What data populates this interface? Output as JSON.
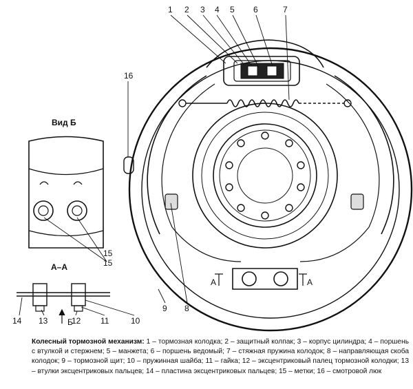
{
  "view_b_title": "Вид Б",
  "section_title": "А–А",
  "section_markers": {
    "left": "А",
    "right": "А",
    "arrow_b": "Б"
  },
  "callouts": {
    "c1": "1",
    "c2": "2",
    "c3": "3",
    "c4": "4",
    "c5": "5",
    "c6": "6",
    "c7": "7",
    "c8": "8",
    "c9": "9",
    "c10": "10",
    "c11": "11",
    "c12": "12",
    "c13": "13",
    "c14": "14",
    "c15a": "15",
    "c15b": "15",
    "c16": "16"
  },
  "caption": {
    "title": "Колесный тормозной механизм:",
    "text": " 1 – тормозная колодка; 2 – защитный колпак; 3 – корпус цилиндра; 4 – поршень с втулкой и стержнем; 5 – манжета; 6 – поршень ведомый; 7 – стяжная пружина колодок; 8 – направляющая скоба колодок; 9 – тормозной щит; 10 – пружинная шайба; 11 – гайка; 12 – эксцентриковый палец тормозной колодки; 13 – втулки эксцентриковых пальцев; 14 – пластина эксцентриковых пальцев; 15 – метки; 16 – смотровой люк"
  }
}
